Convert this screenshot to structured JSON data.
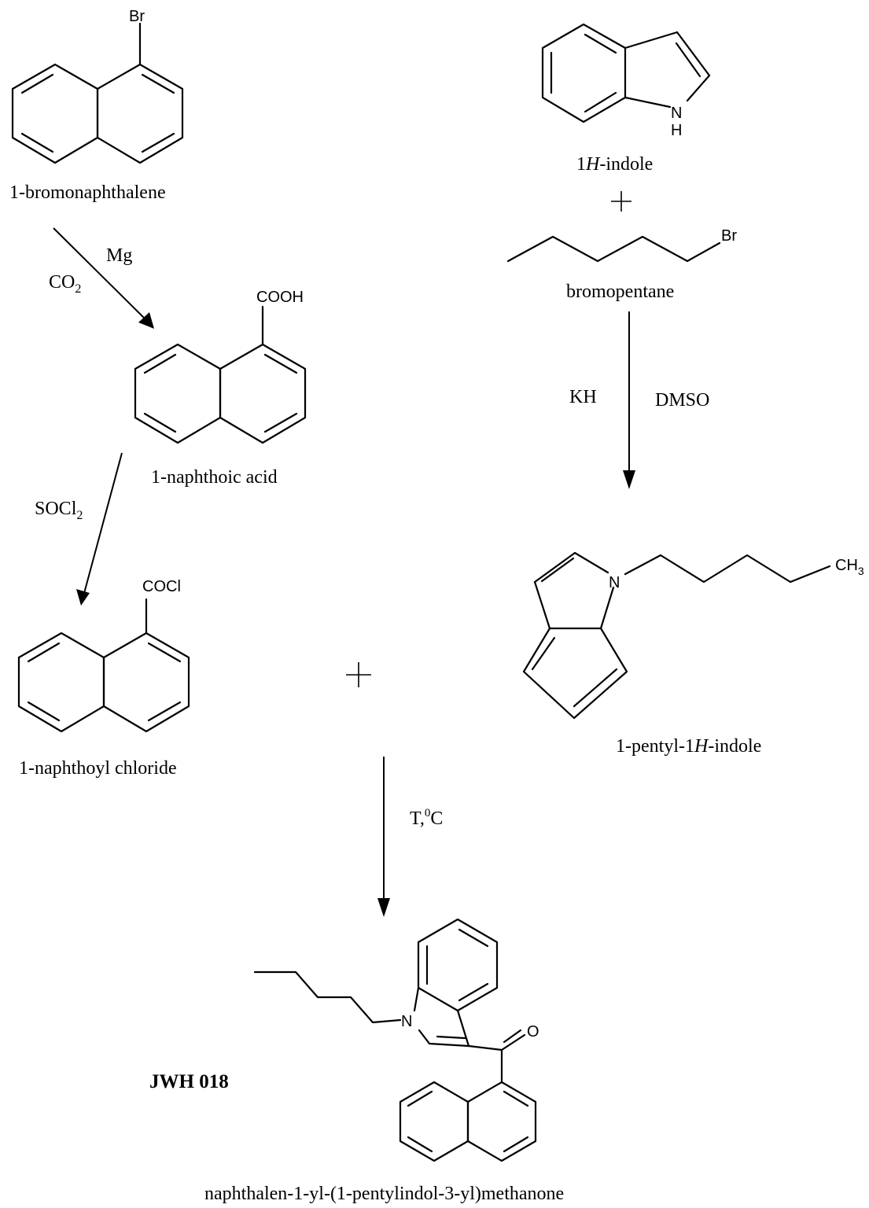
{
  "compounds": {
    "bromonaphthalene": {
      "name": "1-bromonaphthalene",
      "substituent": "Br"
    },
    "naphthoic_acid": {
      "name": "1-naphthoic acid",
      "substituent": "COOH"
    },
    "naphthoyl_chloride": {
      "name": "1-naphthoyl chloride",
      "substituent": "COCl"
    },
    "indole": {
      "name_num": "1",
      "name_italic": "H",
      "name_rest": "-indole",
      "atom_n": "N",
      "atom_h": "H"
    },
    "bromopentane": {
      "name": "bromopentane",
      "atom": "Br"
    },
    "pentylindole": {
      "name_pre": "1-pentyl-1",
      "name_italic": "H",
      "name_rest": "-indole",
      "atom_n": "N",
      "methyl": "CH",
      "methyl_sub": "3"
    },
    "product": {
      "code": "JWH 018",
      "name": "naphthalen-1-yl-(1-pentylindol-3-yl)methanone",
      "atom_n": "N",
      "atom_o": "O"
    }
  },
  "reagents": {
    "step1_top": "Mg",
    "step1_co2": "CO",
    "step1_co2_sub": "2",
    "step2": "SOCl",
    "step2_sub": "2",
    "step3_base": "KH",
    "step3_solvent": "DMSO",
    "step4_prefix": "T,",
    "step4_sup": "0",
    "step4_suffix": "C"
  },
  "symbols": {
    "plus": "+"
  }
}
